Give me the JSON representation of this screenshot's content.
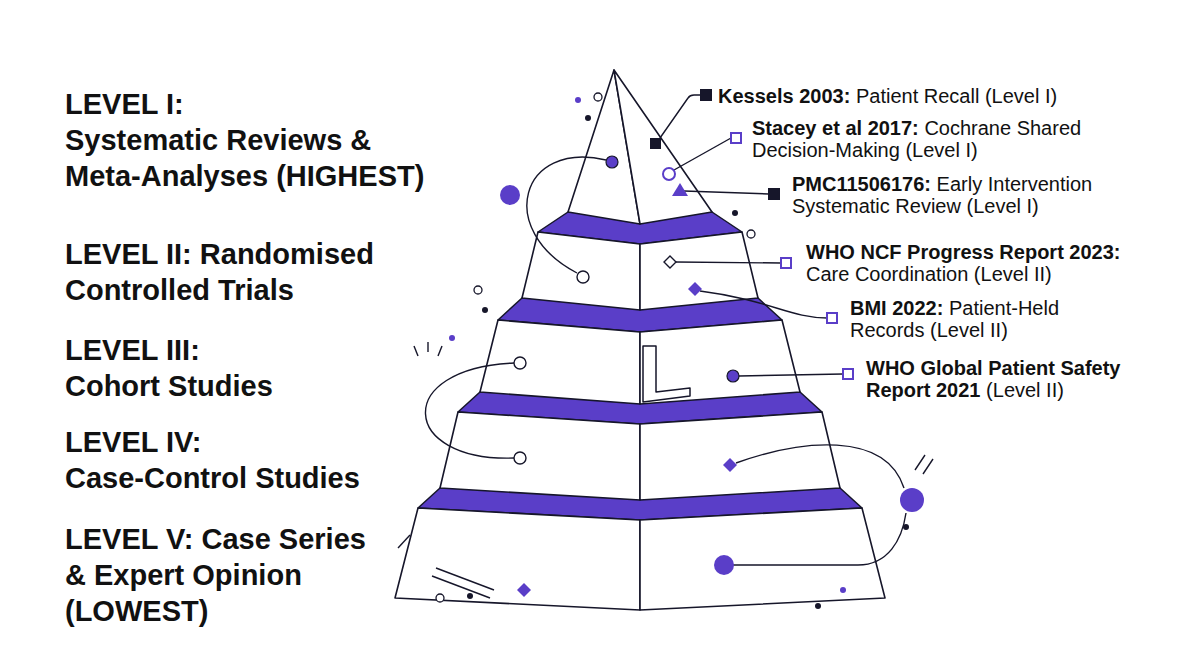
{
  "diagram": {
    "labels": [
      "LEVEL I: Systematic Reviews & Meta-Analyses (HIGHEST)",
      "LEVEL II: Randomised Controlled Trials",
      "LEVEL III: Cohort Studies",
      "LEVEL IV: Case-Control Studies",
      "LEVEL V: Case Series & Expert Opinion (LOWEST)",
      "Kessels 2003:",
      "Patient Recall (Level I)",
      "Stacey et al 2017:",
      "Cochrane Shared Decision-Making (Level I)",
      "PMC11506176:",
      "Early Intervention Systematic Review (Level I)",
      "WHO NCF Progress Report 2023:",
      "Care Coordination (Level II)",
      "BMI 2022:",
      "Patient-Held Records (Level II)",
      "WHO Global Patient Safety Report 2021",
      "(Level II)"
    ]
  }
}
